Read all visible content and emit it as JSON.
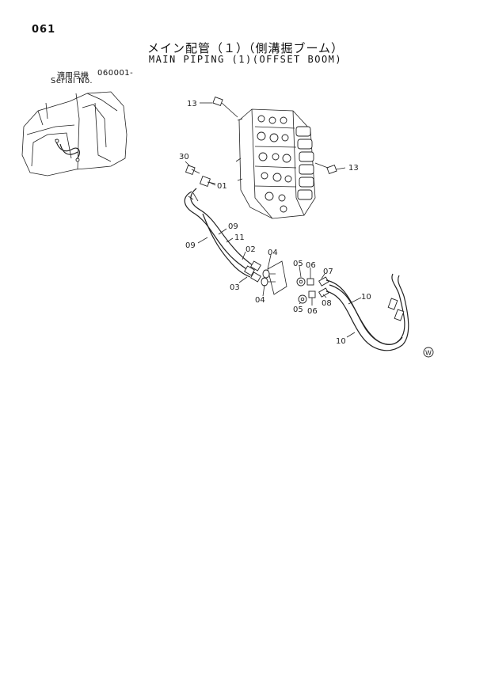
{
  "page": {
    "number": "061",
    "title_jp": "メイン配管（１）（側溝掘ブーム）",
    "title_en": "MAIN PIPING (1)(OFFSET BOOM)",
    "serial_label_jp": "適用号機",
    "serial_value": "060001-",
    "serial_label_en": "Serial No."
  },
  "callouts": {
    "c13a": "13",
    "c13b": "13",
    "c30": "30",
    "c01": "01",
    "c09a": "09",
    "c09b": "09",
    "c11": "11",
    "c02": "02",
    "c03": "03",
    "c04a": "04",
    "c04b": "04",
    "c05a": "05",
    "c05b": "05",
    "c06a": "06",
    "c06b": "06",
    "c07": "07",
    "c08": "08",
    "c10a": "10",
    "c10b": "10",
    "mark": "W"
  }
}
